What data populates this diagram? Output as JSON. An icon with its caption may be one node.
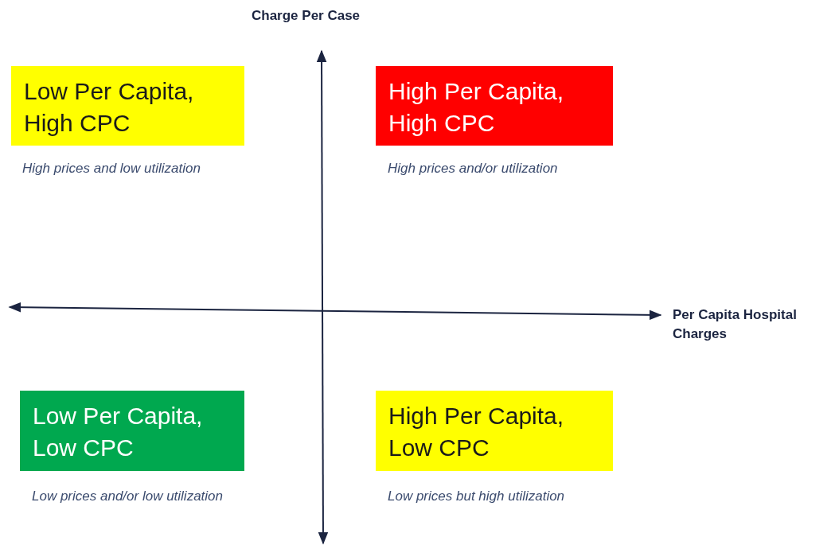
{
  "diagram": {
    "nodes": [
      {
        "text": [
          "Low Per Capita, High CPC"
        ],
        "beside": [
          "High prices and low utilization"
        ]
      },
      {
        "text": [
          "High Per Capita, High CPC"
        ],
        "beside": [
          "High prices and/or utilization"
        ]
      },
      {
        "text": [
          "Low Per Capita, Low CPC"
        ],
        "beside": [
          "Low prices and/or low utilization"
        ]
      },
      {
        "text": [
          "High Per Capita, Low CPC"
        ],
        "beside": [
          "Low prices but high utilization"
        ]
      }
    ],
    "labels": [
      "Charge Per Case",
      "Per Capita Hospital Charges"
    ]
  }
}
